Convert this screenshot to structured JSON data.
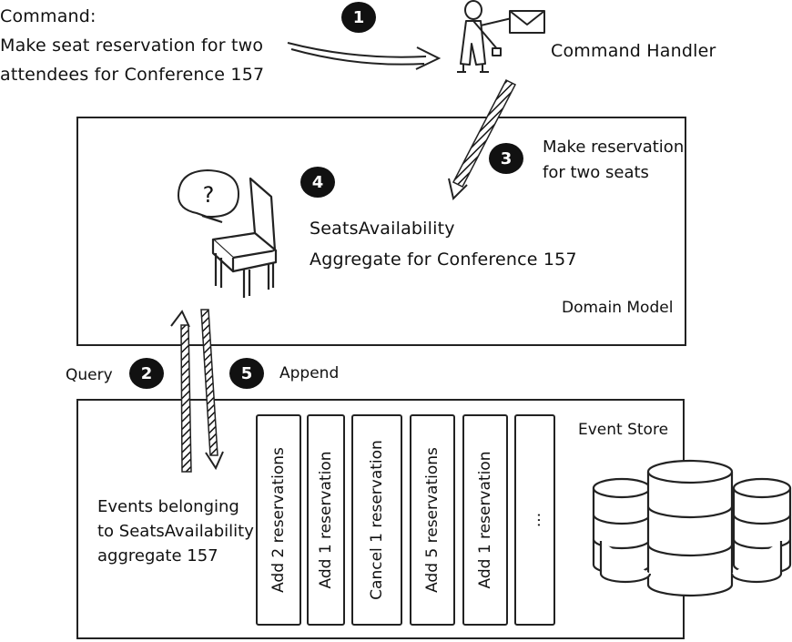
{
  "command": {
    "label": "Command:",
    "line1": "Make seat reservation for two",
    "line2": "attendees for Conference 157"
  },
  "command_handler": {
    "label": "Command Handler"
  },
  "steps": {
    "s1": "1",
    "s2": "2",
    "s3": "3",
    "s4": "4",
    "s5": "5"
  },
  "make_reservation": {
    "line1": "Make reservation",
    "line2": "for two seats"
  },
  "aggregate": {
    "line1": "SeatsAvailability",
    "line2": "Aggregate for Conference 157",
    "bubble": "?"
  },
  "domain_model": {
    "label": "Domain Model"
  },
  "query_label": "Query",
  "append_label": "Append",
  "event_store": {
    "label": "Event Store"
  },
  "events_caption": {
    "line1": "Events belonging",
    "line2": "to SeatsAvailability",
    "line3": "aggregate 157"
  },
  "events": [
    "Add 2 reservations",
    "Add 1 reservation",
    "Cancel 1 reservation",
    "Add 5 reservations",
    "Add 1 reservation",
    "..."
  ]
}
